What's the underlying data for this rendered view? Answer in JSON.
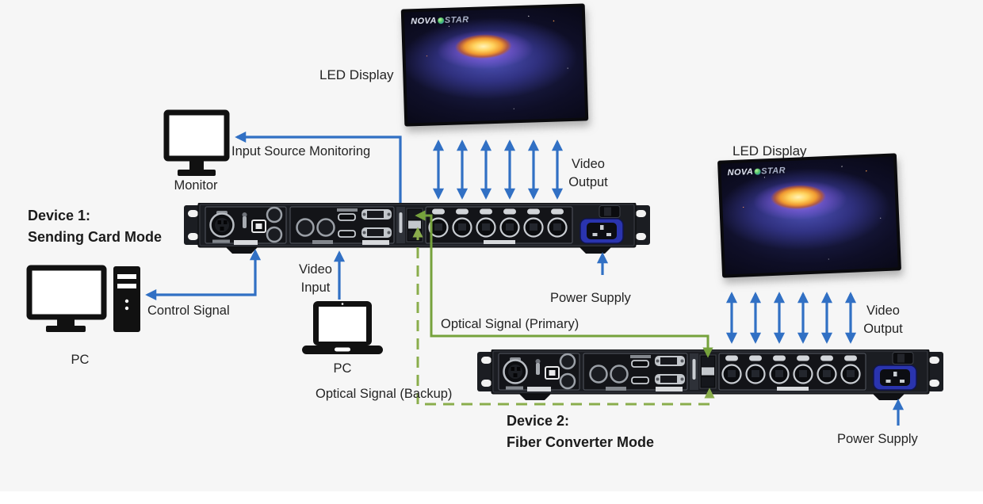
{
  "colors": {
    "background": "#f6f6f6",
    "arrow_blue": "#3170c4",
    "optical_primary_green": "#76a23c",
    "optical_backup_green": "#8aad4c",
    "device_chassis": "#1b1d22"
  },
  "brand": {
    "left": "NOVA",
    "right": "STAR"
  },
  "labels": {
    "led_display_1": "LED Display",
    "led_display_2": "LED Display",
    "monitor": "Monitor",
    "pc_desktop": "PC",
    "pc_laptop": "PC",
    "device1_line1": "Device 1:",
    "device1_line2": "Sending Card Mode",
    "device2_line1": "Device 2:",
    "device2_line2": "Fiber Converter Mode"
  },
  "connections": {
    "input_source_monitoring": "Input Source Monitoring",
    "control_signal": "Control Signal",
    "video_input_line1": "Video",
    "video_input_line2": "Input",
    "video_output_1_line1": "Video",
    "video_output_1_line2": "Output",
    "video_output_2_line1": "Video",
    "video_output_2_line2": "Output",
    "power_supply_1": "Power Supply",
    "power_supply_2": "Power Supply",
    "optical_primary": "Optical Signal (Primary)",
    "optical_backup": "Optical Signal (Backup)"
  }
}
